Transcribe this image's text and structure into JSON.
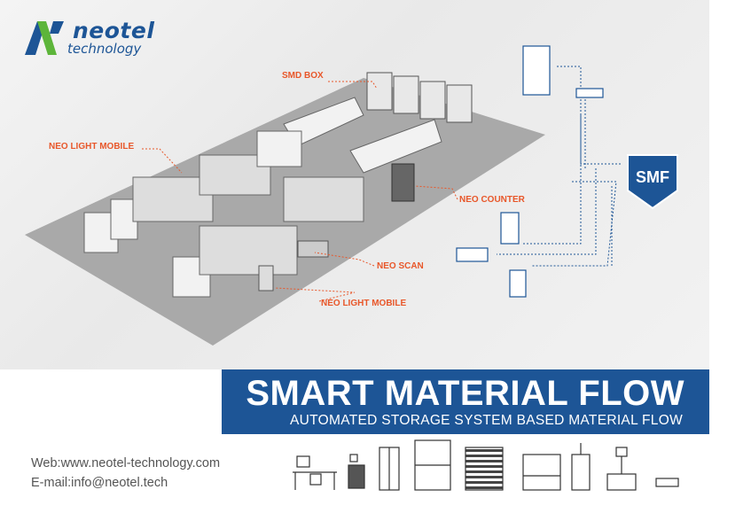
{
  "brand": {
    "name": "neotel",
    "tagline": "technology",
    "colors": {
      "primary": "#1d5596",
      "accent": "#e8572a",
      "green": "#5db53a"
    }
  },
  "scene_labels": {
    "smd_box": "SMD BOX",
    "neo_light_mobile_1": "NEO LIGHT MOBILE",
    "neo_counter": "NEO  COUNTER",
    "neo_scan": "NEO SCAN",
    "neo_light_mobile_2": "NEO LIGHT MOBILE"
  },
  "smf_badge": "SMF",
  "banner": {
    "title": "SMART MATERIAL FLOW",
    "subtitle": "AUTOMATED STORAGE SYSTEM BASED MATERIAL FLOW"
  },
  "contact": {
    "web": "Web:www.neotel-technology.com",
    "email": "E-mail:info@neotel.tech"
  },
  "product_icons": [
    "scan-desk-icon",
    "light-mobile-cart-icon",
    "storage-tower-icon",
    "smd-box-icon",
    "shelf-rack-icon",
    "reel-shelf-icon",
    "counter-machine-icon",
    "xray-counter-icon",
    "agv-robot-icon"
  ]
}
